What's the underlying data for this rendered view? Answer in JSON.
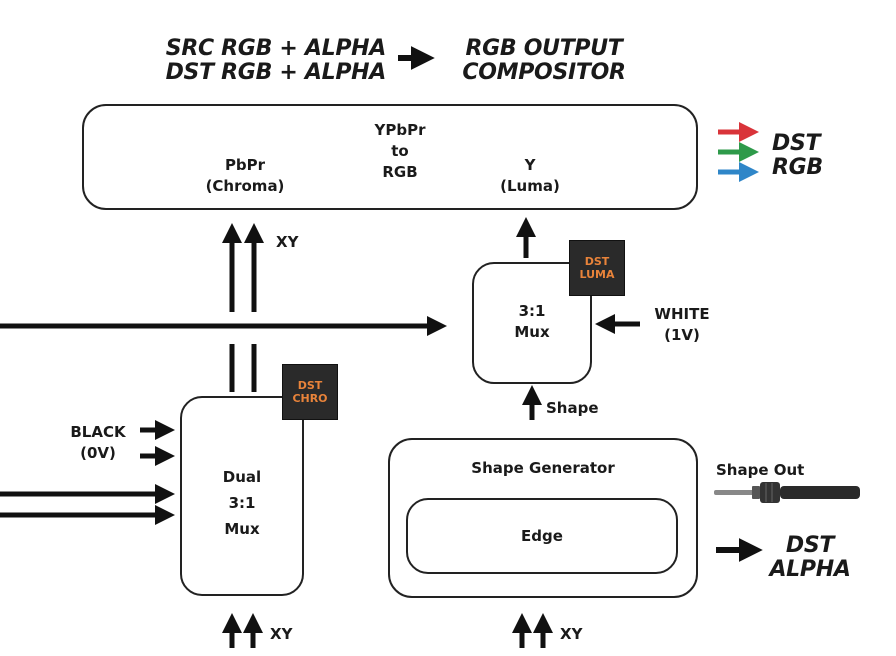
{
  "header": {
    "src_label": "SRC RGB + ALPHA",
    "dst_label": "DST RGB + ALPHA",
    "compositor_line1": "RGB OUTPUT",
    "compositor_line2": "COMPOSITOR"
  },
  "converter": {
    "chroma_line1": "PbPr",
    "chroma_line2": "(Chroma)",
    "title_line1": "YPbPr",
    "title_line2": "to",
    "title_line3": "RGB",
    "luma_line1": "Y",
    "luma_line2": "(Luma)"
  },
  "output_rgb": {
    "line1": "DST",
    "line2": "RGB",
    "colors": [
      "#d9343a",
      "#2e9a4a",
      "#2f86c8"
    ]
  },
  "xy_top": "XY",
  "luma_mux": {
    "line1": "3:1",
    "line2": "Mux",
    "badge_line1": "DST",
    "badge_line2": "LUMA"
  },
  "white_input": {
    "line1": "WHITE",
    "line2": "(1V)"
  },
  "shape_label": "Shape",
  "chroma_mux": {
    "line1": "Dual",
    "line2": "3:1",
    "line3": "Mux",
    "badge_line1": "DST",
    "badge_line2": "CHRO"
  },
  "black_input": {
    "line1": "BLACK",
    "line2": "(0V)"
  },
  "shape_generator": {
    "title": "Shape Generator",
    "inner": "Edge"
  },
  "shape_out": "Shape Out",
  "dst_alpha": {
    "line1": "DST",
    "line2": "ALPHA"
  },
  "xy_bottom_left": "XY",
  "xy_bottom_right": "XY",
  "badge_color": "#e8833a"
}
